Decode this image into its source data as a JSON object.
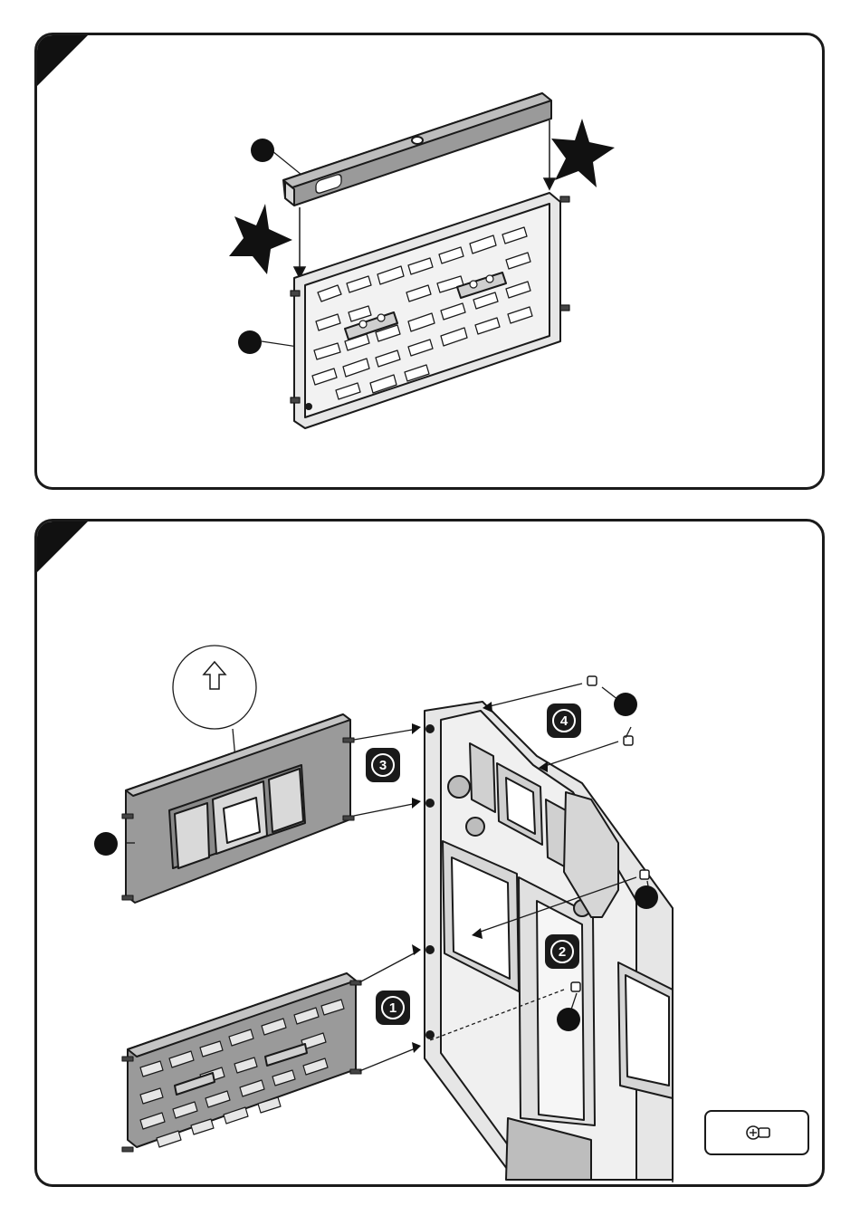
{
  "colors": {
    "outline": "#1a1a1a",
    "panel_fill": "#9a9a9a",
    "light_fill": "#e6e6e6",
    "star": "#111111"
  },
  "icons": {
    "star": "star-icon",
    "up_arrow": "up-arrow-icon",
    "screw": "screw-icon"
  },
  "steps": {
    "step1": "1",
    "step2": "2",
    "step3": "3",
    "step4": "4"
  }
}
